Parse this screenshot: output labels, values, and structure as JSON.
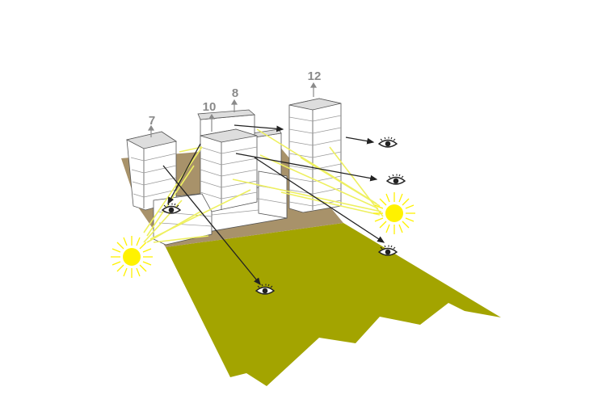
{
  "buildings": [
    {
      "id": "b7",
      "floors_label": "7"
    },
    {
      "id": "b10",
      "floors_label": "10"
    },
    {
      "id": "b8",
      "floors_label": "8"
    },
    {
      "id": "b12",
      "floors_label": "12"
    }
  ],
  "colors": {
    "ground": "#a3a400",
    "soil": "#a8926a",
    "facade": "#ffffff",
    "roof": "#dcdcdc",
    "sun": "#fff200",
    "sun_ray": "#eef060",
    "sight_line": "#222222",
    "label": "#8a8a8a"
  },
  "icons": [
    "sun-icon",
    "eye-icon",
    "up-arrow-icon"
  ]
}
